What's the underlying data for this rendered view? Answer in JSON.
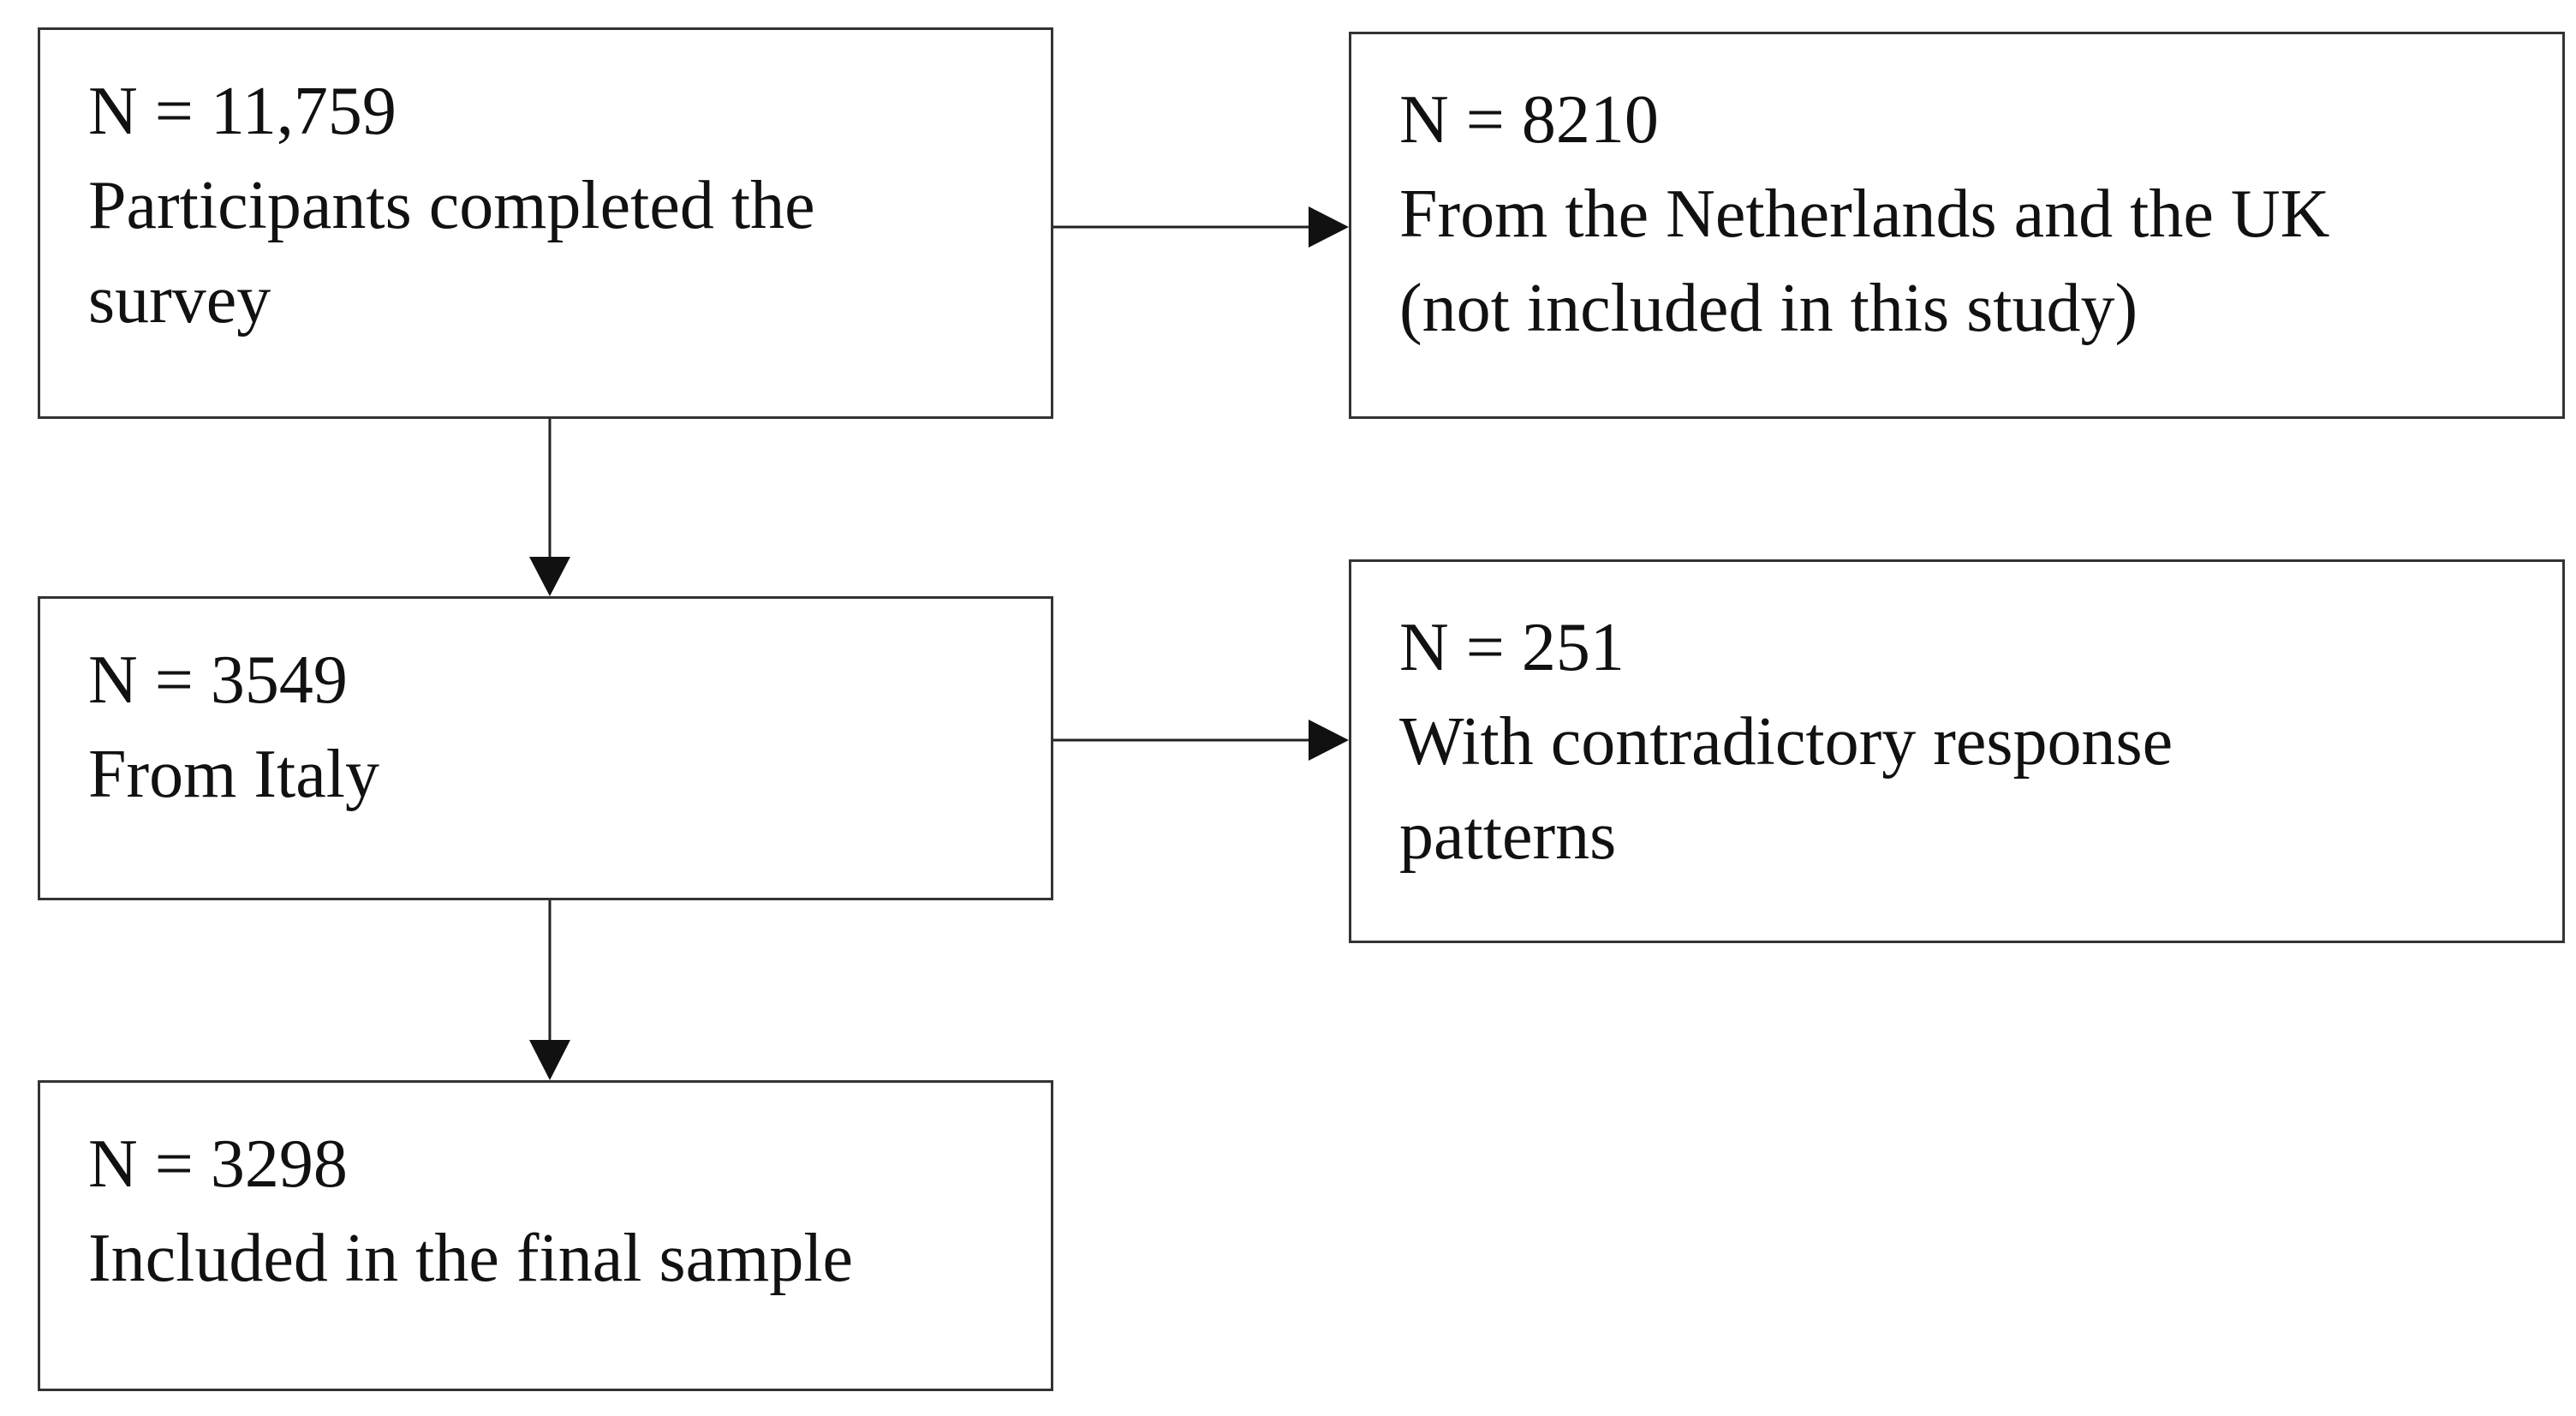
{
  "flowchart": {
    "start": {
      "count": "N = 11,759",
      "description_line1": "Participants completed the",
      "description_line2": "survey"
    },
    "excluded_country": {
      "count": "N = 8210",
      "description_line1": "From the Netherlands and the UK",
      "description_line2": "(not included in this study)"
    },
    "italy": {
      "count": "N = 3549",
      "description_line1": "From Italy"
    },
    "excluded_contradictory": {
      "count": "N = 251",
      "description_line1": "With contradictory response",
      "description_line2": "patterns"
    },
    "final": {
      "count": "N = 3298",
      "description_line1": "Included in the final sample"
    }
  }
}
